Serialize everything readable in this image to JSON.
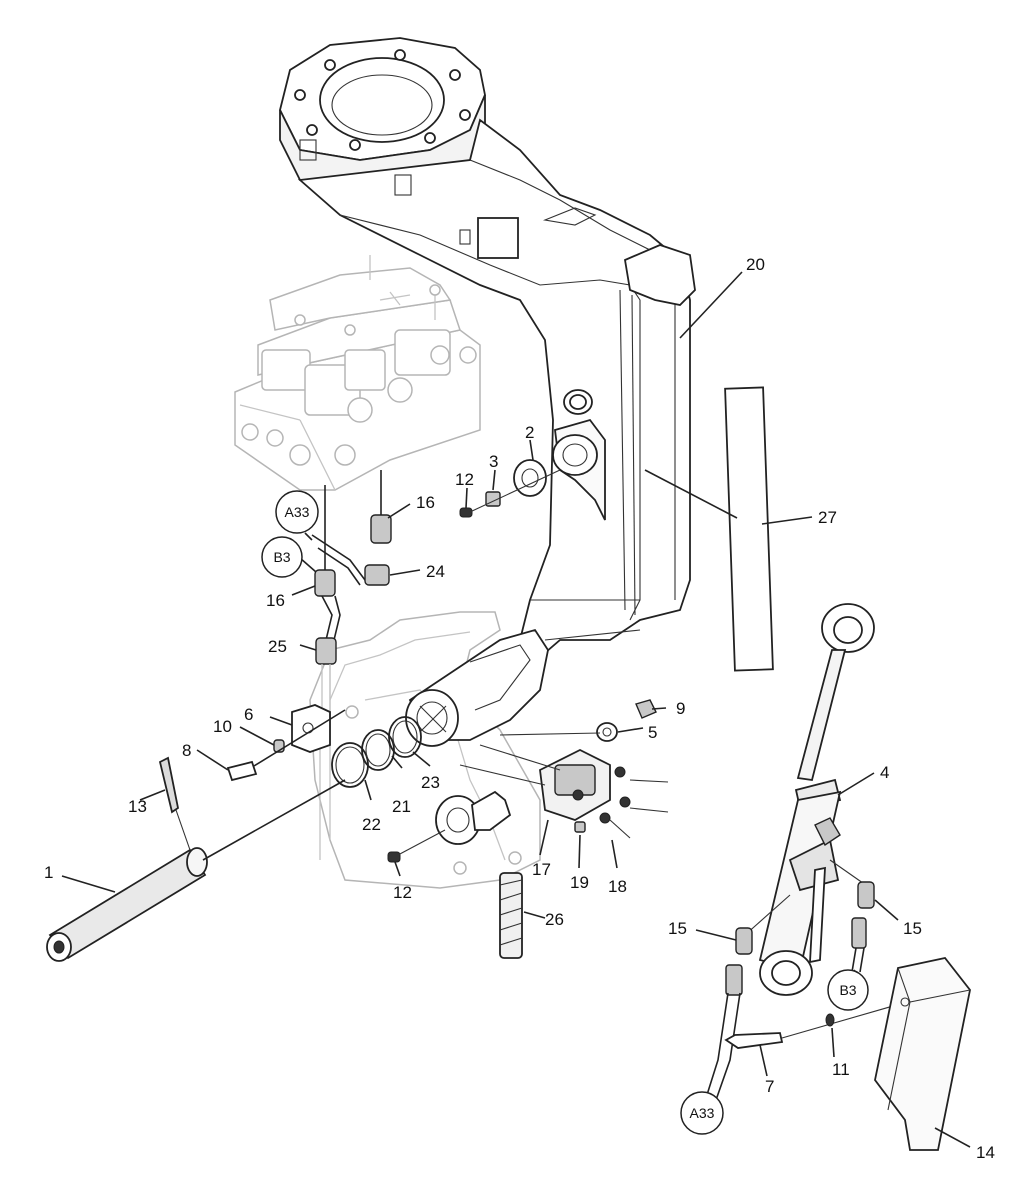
{
  "callouts": [
    {
      "id": "c1",
      "label": "1"
    },
    {
      "id": "c2",
      "label": "2"
    },
    {
      "id": "c3",
      "label": "3"
    },
    {
      "id": "c4",
      "label": "4"
    },
    {
      "id": "c5",
      "label": "5"
    },
    {
      "id": "c6",
      "label": "6"
    },
    {
      "id": "c7",
      "label": "7"
    },
    {
      "id": "c8",
      "label": "8"
    },
    {
      "id": "c9",
      "label": "9"
    },
    {
      "id": "c10",
      "label": "10"
    },
    {
      "id": "c11",
      "label": "11"
    },
    {
      "id": "c12a",
      "label": "12"
    },
    {
      "id": "c12b",
      "label": "12"
    },
    {
      "id": "c13",
      "label": "13"
    },
    {
      "id": "c14",
      "label": "14"
    },
    {
      "id": "c15a",
      "label": "15"
    },
    {
      "id": "c15b",
      "label": "15"
    },
    {
      "id": "c16a",
      "label": "16"
    },
    {
      "id": "c16b",
      "label": "16"
    },
    {
      "id": "c17",
      "label": "17"
    },
    {
      "id": "c18",
      "label": "18"
    },
    {
      "id": "c19",
      "label": "19"
    },
    {
      "id": "c20",
      "label": "20"
    },
    {
      "id": "c21",
      "label": "21"
    },
    {
      "id": "c22",
      "label": "22"
    },
    {
      "id": "c23",
      "label": "23"
    },
    {
      "id": "c24",
      "label": "24"
    },
    {
      "id": "c25",
      "label": "25"
    },
    {
      "id": "c26",
      "label": "26"
    },
    {
      "id": "c27",
      "label": "27"
    }
  ],
  "connectors": [
    {
      "id": "a33_top",
      "label": "A33"
    },
    {
      "id": "b3_left",
      "label": "B3"
    },
    {
      "id": "b3_right",
      "label": "B3"
    },
    {
      "id": "a33_bottom",
      "label": "A33"
    }
  ]
}
